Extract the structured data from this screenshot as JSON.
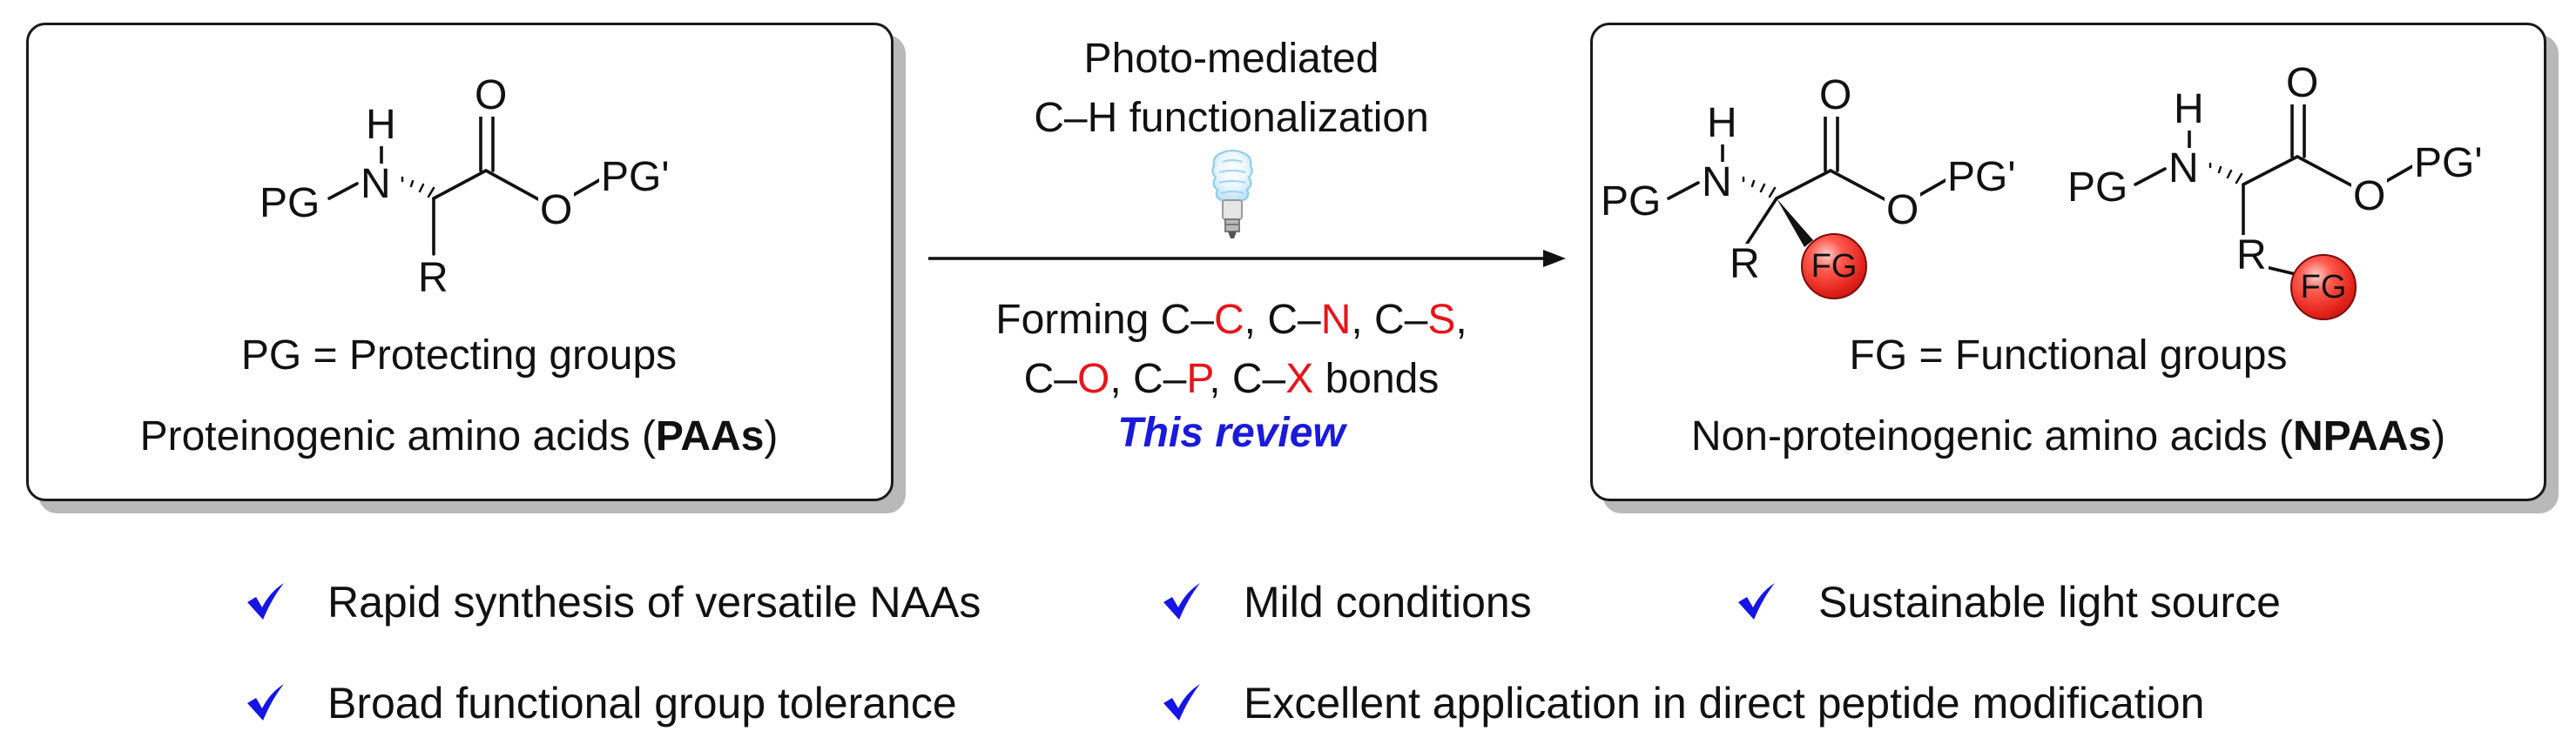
{
  "left_panel": {
    "atoms": {
      "h": "H",
      "pg_n": "PG",
      "n": "N",
      "o_carbonyl": "O",
      "o_ester": "O",
      "pg_prime": "PG'",
      "r": "R"
    },
    "definition": "PG = Protecting groups",
    "caption_prefix": "Proteinogenic amino acids (",
    "caption_bold": "PAAs",
    "caption_suffix": ")"
  },
  "center": {
    "title_line1": "Photo-mediated",
    "title_line2": "C–H functionalization",
    "bonds_line1": [
      {
        "text": "Forming C–",
        "red": false
      },
      {
        "text": "C",
        "red": true
      },
      {
        "text": ", C–",
        "red": false
      },
      {
        "text": "N",
        "red": true
      },
      {
        "text": ", C–",
        "red": false
      },
      {
        "text": "S",
        "red": true
      },
      {
        "text": ",",
        "red": false
      }
    ],
    "bonds_line2": [
      {
        "text": "C–",
        "red": false
      },
      {
        "text": "O",
        "red": true
      },
      {
        "text": ", C–",
        "red": false
      },
      {
        "text": "P",
        "red": true
      },
      {
        "text": ", C–",
        "red": false
      },
      {
        "text": "X",
        "red": true
      },
      {
        "text": " bonds",
        "red": false
      }
    ],
    "review_label": "This review",
    "icon": "light-bulb-icon",
    "highlight_color": "#e8141c",
    "review_color": "#1a1adc"
  },
  "right_panel": {
    "mol1": {
      "h": "H",
      "pg_n": "PG",
      "n": "N",
      "o_carbonyl": "O",
      "o_ester": "O",
      "pg_prime": "PG'",
      "r": "R",
      "fg": "FG"
    },
    "mol2": {
      "h": "H",
      "pg_n": "PG",
      "n": "N",
      "o_carbonyl": "O",
      "o_ester": "O",
      "pg_prime": "PG'",
      "r": "R",
      "fg": "FG"
    },
    "definition": "FG = Functional groups",
    "caption_prefix": "Non-proteinogenic amino acids (",
    "caption_bold": "NPAAs",
    "caption_suffix": ")"
  },
  "features": [
    "Rapid synthesis of versatile NAAs",
    "Mild conditions",
    "Sustainable light source",
    "Broad functional group tolerance",
    "Excellent application in direct peptide modification"
  ],
  "check_icon": "checkmark-icon",
  "check_color": "#1515e6"
}
